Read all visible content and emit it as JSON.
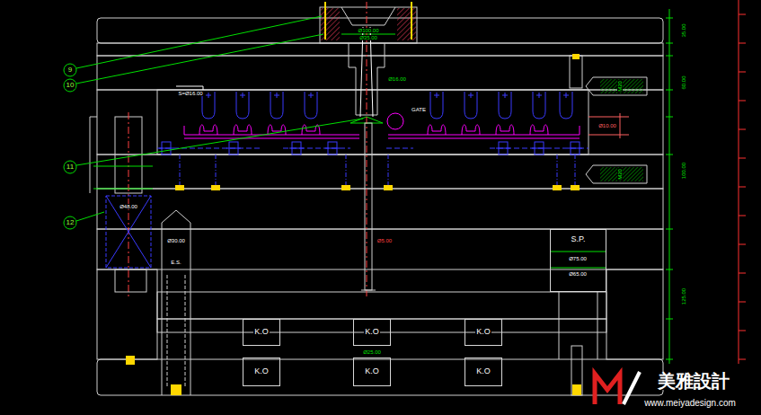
{
  "diagram": {
    "nodes": [
      {
        "text": [
          "S.P."
        ]
      },
      {
        "text": [
          "K.O"
        ]
      },
      {
        "text": [
          "K.O"
        ]
      },
      {
        "text": [
          "K.O"
        ]
      },
      {
        "text": [
          "K.O"
        ]
      },
      {
        "text": [
          "K.O"
        ]
      },
      {
        "text": [
          "K.O"
        ]
      }
    ],
    "labels": [
      "9",
      "10",
      "11",
      "12",
      "GATE",
      "E.S.",
      "M20",
      "M20",
      "Ø100.00",
      "Ø35.00",
      "Ø16.00",
      "S=Ø16.00",
      "Ø48.00",
      "Ø30.00",
      "Ø5.00",
      "Ø75.00",
      "Ø65.00",
      "Ø10.00",
      "Ø25.00",
      "35.00",
      "60.00",
      "100.00",
      "125.00",
      "美雅設計",
      "www.meiyadesign.com"
    ]
  }
}
